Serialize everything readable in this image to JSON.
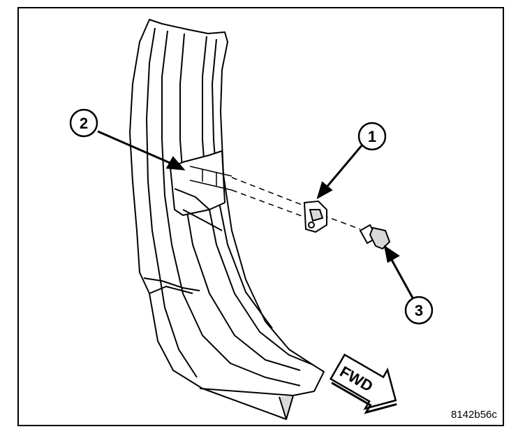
{
  "figure": {
    "id_label": "8142b56c",
    "callouts": [
      {
        "number": "1"
      },
      {
        "number": "2"
      },
      {
        "number": "3"
      }
    ],
    "direction_arrow": {
      "label": "FWD"
    }
  },
  "colors": {
    "line": "#000000",
    "fill": "#ffffff",
    "shade": "#d9d9d9"
  }
}
